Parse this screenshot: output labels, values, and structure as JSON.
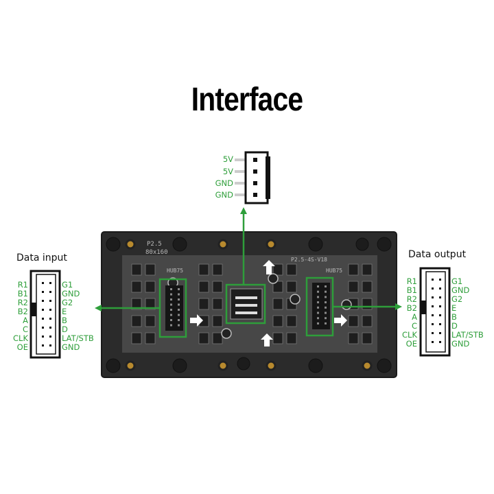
{
  "title": "Interface",
  "colors": {
    "accent_green": "#2e9e3a",
    "board": "#2a2a2a",
    "pcb": "#4a4a4a"
  },
  "power": {
    "pins": [
      "5V",
      "5V",
      "GND",
      "GND"
    ]
  },
  "input": {
    "label": "Data input",
    "left_pins": [
      "R1",
      "B1",
      "R2",
      "B2",
      "A",
      "C",
      "CLK",
      "OE"
    ],
    "right_pins": [
      "G1",
      "GND",
      "G2",
      "E",
      "B",
      "D",
      "LAT/STB",
      "GND"
    ]
  },
  "output": {
    "label": "Data output",
    "left_pins": [
      "R1",
      "B1",
      "R2",
      "B2",
      "A",
      "C",
      "CLK",
      "OE"
    ],
    "right_pins": [
      "G1",
      "GND",
      "G2",
      "E",
      "B",
      "D",
      "LAT/STB",
      "GND"
    ]
  },
  "board": {
    "silk_left_1": "P2.5",
    "silk_left_2": "80x160",
    "silk_mid": "P2.5-4S-V18",
    "silk_in": "HUB75",
    "silk_out": "HUB75"
  },
  "icons": [
    "green-arrow-icon",
    "white-arrow-icon",
    "connector-icon"
  ]
}
